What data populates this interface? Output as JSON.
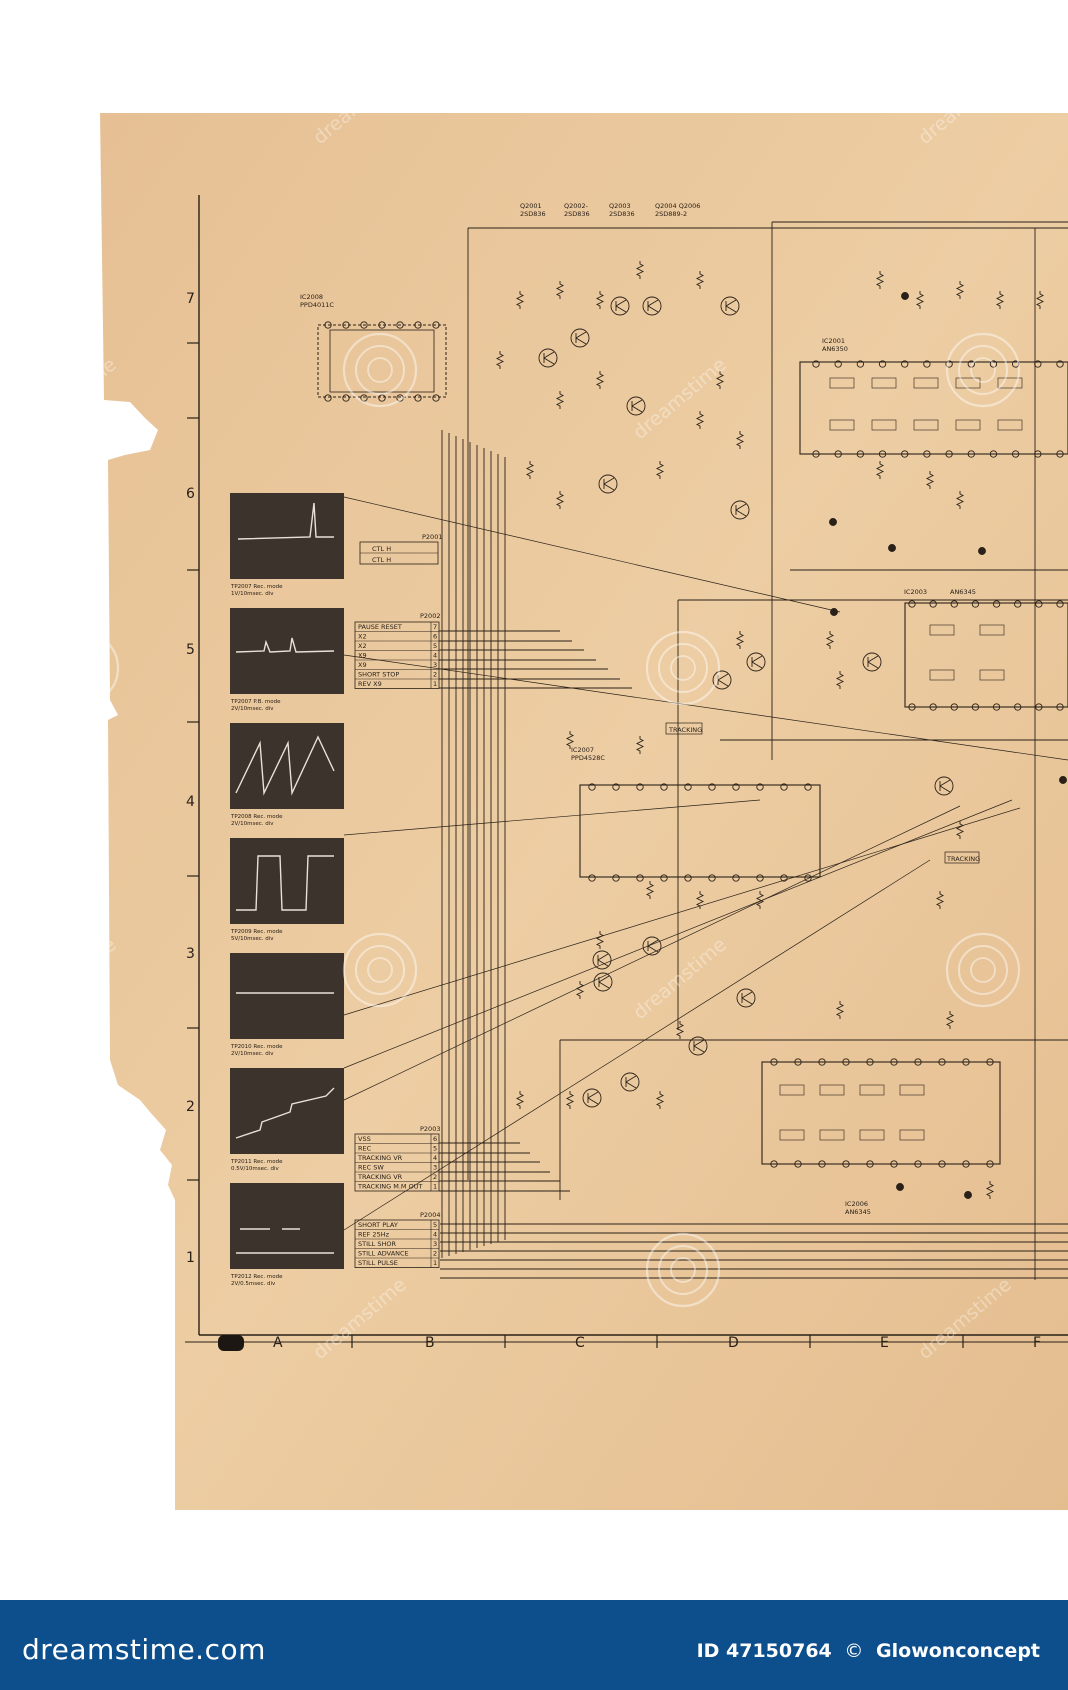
{
  "schematic": {
    "row_labels": [
      "7",
      "6",
      "5",
      "4",
      "3",
      "2",
      "1"
    ],
    "column_labels": [
      "A",
      "B",
      "C",
      "D",
      "E",
      "F"
    ],
    "transistor_labels_top": [
      {
        "ref": "Q2001",
        "part": "2SD836"
      },
      {
        "ref": "Q2002-",
        "part": "2SD836"
      },
      {
        "ref": "Q2003",
        "part": "2SD836"
      },
      {
        "ref": "Q2004 Q2006",
        "part": "2SD889-2"
      }
    ],
    "ic_labels": [
      {
        "ref": "IC2008",
        "part": "PPD4011C"
      },
      {
        "ref": "IC2001",
        "part": "AN6350"
      },
      {
        "ref": "IC2003",
        "part": "AN6345"
      },
      {
        "ref": "IC2007",
        "part": "PPD4528C"
      },
      {
        "ref": "IC2006",
        "part": "AN6345"
      }
    ],
    "connector_p2001": {
      "ref": "P2001",
      "rows": [
        "CTL H",
        "CTL H"
      ]
    },
    "connector_p2002": {
      "ref": "P2002",
      "rows": [
        "PAUSE RESET",
        "X2",
        "X2",
        "X9",
        "X9",
        "SHORT STOP",
        "REV X9"
      ]
    },
    "connector_p2003": {
      "ref": "P2003",
      "rows": [
        "VSS",
        "REC",
        "TRACKING VR",
        "REC SW",
        "TRACKING VR",
        "TRACKING M.M OUT"
      ]
    },
    "connector_p2004": {
      "ref": "P2004",
      "rows": [
        "SHORT PLAY",
        "REF 25Hz",
        "STILL SHOR",
        "STILL ADVANCE",
        "STILL PULSE"
      ]
    },
    "waveforms": [
      {
        "tp": "TP2007",
        "mode": "Rec. mode",
        "scale": "1V/10msec. div"
      },
      {
        "tp": "TP2007",
        "mode": "P.B. mode",
        "scale": "2V/10msec. div"
      },
      {
        "tp": "TP2008",
        "mode": "Rec. mode",
        "scale": "2V/10msec. div"
      },
      {
        "tp": "TP2009",
        "mode": "Rec. mode",
        "scale": "5V/10msec. div"
      },
      {
        "tp": "TP2010",
        "mode": "Rec. mode",
        "scale": "2V/10msec. div"
      },
      {
        "tp": "TP2011",
        "mode": "Rec. mode",
        "scale": "0.5V/10msec. div"
      },
      {
        "tp": "TP2012",
        "mode": "Rec. mode",
        "scale": "2V/0.5msec. div"
      }
    ],
    "tracking_label": "TRACKING",
    "tracking_label2": "TRACKING"
  },
  "watermark": "dreamstime",
  "footer": {
    "brand": "dreamstime.com",
    "image_id": "ID 47150764",
    "copyright_symbol": "©",
    "author": "Glowonconcept"
  },
  "colors": {
    "paper": "#e9c79c",
    "ink": "#2a2118",
    "footer_bg": "#0d4f8c",
    "oscillo_bg": "#3b332c"
  }
}
